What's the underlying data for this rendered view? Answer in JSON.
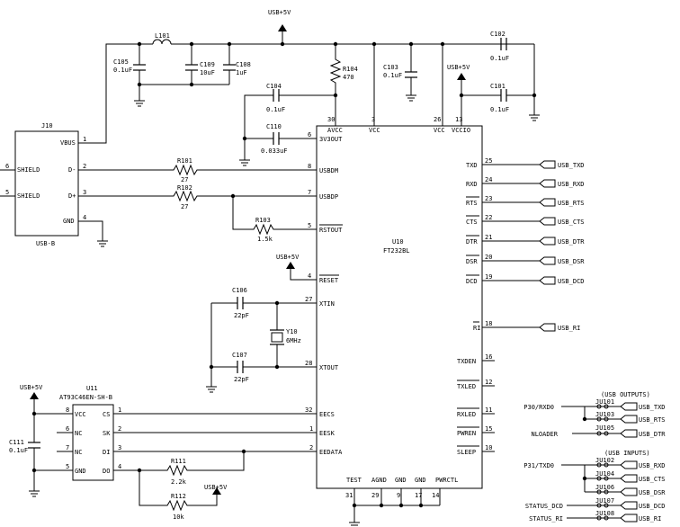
{
  "power": {
    "top": "USB+5V",
    "vccio": "USB+5V",
    "reset": "USB+5V",
    "u11": "USB+5V",
    "r112": "USB+5V"
  },
  "components": {
    "L101": "L101",
    "C105": [
      "C105",
      "0.1uF"
    ],
    "C109": [
      "C109",
      "10uF"
    ],
    "C108": [
      "C108",
      "1uF"
    ],
    "C104": [
      "C104",
      "0.1uF"
    ],
    "C110": [
      "C110",
      "0.033uF"
    ],
    "R104": [
      "R104",
      "470"
    ],
    "C103": [
      "C103",
      "0.1uF"
    ],
    "C102": [
      "C102",
      "0.1uF"
    ],
    "C101": [
      "C101",
      "0.1uF"
    ],
    "R101": [
      "R101",
      "27"
    ],
    "R102": [
      "R102",
      "27"
    ],
    "R103": [
      "R103",
      "1.5k"
    ],
    "C106": [
      "C106",
      "22pF"
    ],
    "C107": [
      "C107",
      "22pF"
    ],
    "Y10": [
      "Y10",
      "6MHz"
    ],
    "C111": [
      "C111",
      "0.1uF"
    ],
    "R111": [
      "R111",
      "2.2k"
    ],
    "R112": [
      "R112",
      "10k"
    ]
  },
  "j10": {
    "ref": "J10",
    "name": "USB-B",
    "pins": [
      {
        "num": "1",
        "name": "VBUS"
      },
      {
        "num": "2",
        "name": "D-"
      },
      {
        "num": "3",
        "name": "D+"
      },
      {
        "num": "4",
        "name": "GND"
      },
      {
        "num": "6",
        "name": "SHIELD"
      },
      {
        "num": "5",
        "name": "SHIELD"
      }
    ]
  },
  "u10": {
    "ref": "U10",
    "part": "FT232BL",
    "top_pins": [
      {
        "num": "30",
        "name": "AVCC"
      },
      {
        "num": "3",
        "name": "VCC"
      },
      {
        "num": "26",
        "name": "VCC"
      },
      {
        "num": "13",
        "name": "VCCIO"
      }
    ],
    "left_pins": [
      {
        "num": "6",
        "name": "3V3OUT"
      },
      {
        "num": "8",
        "name": "USBDM"
      },
      {
        "num": "7",
        "name": "USBDP"
      },
      {
        "num": "5",
        "name": "RSTOUT"
      },
      {
        "num": "4",
        "name": "RESET"
      },
      {
        "num": "27",
        "name": "XTIN"
      },
      {
        "num": "28",
        "name": "XTOUT"
      },
      {
        "num": "32",
        "name": "EECS"
      },
      {
        "num": "1",
        "name": "EESK"
      },
      {
        "num": "2",
        "name": "EEDATA"
      }
    ],
    "right_pins": [
      {
        "num": "25",
        "name": "TXD"
      },
      {
        "num": "24",
        "name": "RXD"
      },
      {
        "num": "23",
        "name": "RTS"
      },
      {
        "num": "22",
        "name": "CTS"
      },
      {
        "num": "21",
        "name": "DTR"
      },
      {
        "num": "20",
        "name": "DSR"
      },
      {
        "num": "19",
        "name": "DCD"
      },
      {
        "num": "18",
        "name": "RI"
      },
      {
        "num": "16",
        "name": "TXDEN"
      },
      {
        "num": "12",
        "name": "TXLED"
      },
      {
        "num": "11",
        "name": "RXLED"
      },
      {
        "num": "15",
        "name": "PWREN"
      },
      {
        "num": "10",
        "name": "SLEEP"
      }
    ],
    "bottom_pins": [
      {
        "num": "31",
        "name": "TEST"
      },
      {
        "num": "29",
        "name": "AGND"
      },
      {
        "num": "9",
        "name": "GND"
      },
      {
        "num": "17",
        "name": "GND"
      },
      {
        "num": "14",
        "name": "PWRCTL"
      }
    ]
  },
  "u11": {
    "ref": "U11",
    "part": "AT93C46EN-SH-B",
    "left_pins": [
      {
        "num": "8",
        "name": "VCC"
      },
      {
        "num": "6",
        "name": "NC"
      },
      {
        "num": "7",
        "name": "NC"
      },
      {
        "num": "5",
        "name": "GND"
      }
    ],
    "right_pins": [
      {
        "num": "1",
        "name": "CS"
      },
      {
        "num": "2",
        "name": "SK"
      },
      {
        "num": "3",
        "name": "DI"
      },
      {
        "num": "4",
        "name": "DO"
      }
    ]
  },
  "nets": [
    "USB_TXD",
    "USB_RXD",
    "USB_RTS",
    "USB_CTS",
    "USB_DTR",
    "USB_DSR",
    "USB_DCD",
    "USB_RI"
  ],
  "jumpers": {
    "outputs_title": "(USB OUTPUTS)",
    "inputs_title": "(USB INPUTS)",
    "outputs": [
      {
        "ref": "JU101",
        "left": "P30/RXD0",
        "net": "USB_TXD"
      },
      {
        "ref": "JU103",
        "left": "",
        "net": "USB_RTS"
      },
      {
        "ref": "JU105",
        "left": "NLOADER",
        "net": "USB_DTR"
      }
    ],
    "inputs": [
      {
        "ref": "JU102",
        "left": "P31/TXD0",
        "net": "USB_RXD"
      },
      {
        "ref": "JU104",
        "left": "",
        "net": "USB_CTS"
      },
      {
        "ref": "JU106",
        "left": "",
        "net": "USB_DSR"
      },
      {
        "ref": "JU107",
        "left": "STATUS_DCD",
        "net": "USB_DCD"
      },
      {
        "ref": "JU108",
        "left": "STATUS_RI",
        "net": "USB_RI"
      }
    ]
  }
}
